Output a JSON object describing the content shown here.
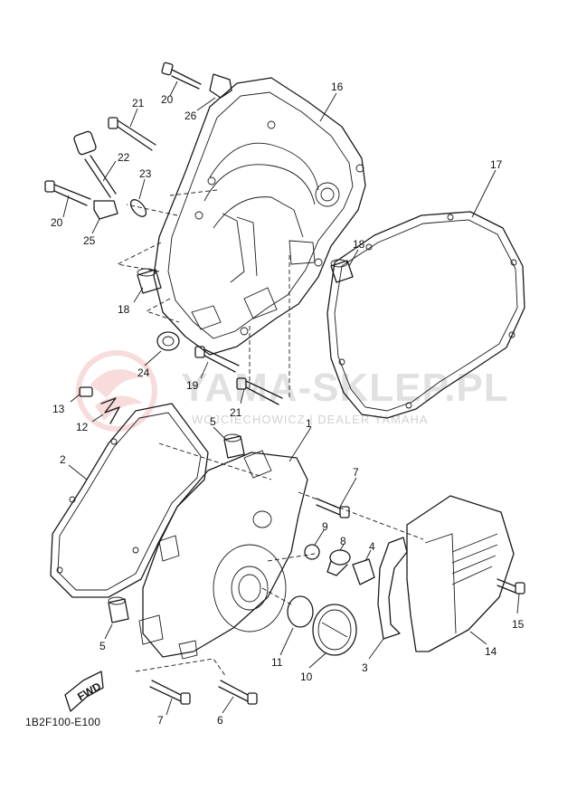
{
  "diagram_code": "1B2F100-E100",
  "watermark": {
    "title": "YAMA-SKLEP.PL",
    "subtitle": "WOJCIECHOWICZ | DEALER YAMAHA",
    "logo_color": "#f3b9b9"
  },
  "fwd_label": "FWD",
  "callouts": [
    {
      "id": "c20a",
      "text": "20"
    },
    {
      "id": "c26",
      "text": "26"
    },
    {
      "id": "c16",
      "text": "16"
    },
    {
      "id": "c21a",
      "text": "21"
    },
    {
      "id": "c22",
      "text": "22"
    },
    {
      "id": "c23",
      "text": "23"
    },
    {
      "id": "c20b",
      "text": "20"
    },
    {
      "id": "c25",
      "text": "25"
    },
    {
      "id": "c17",
      "text": "17"
    },
    {
      "id": "c18a",
      "text": "18"
    },
    {
      "id": "c18b",
      "text": "18"
    },
    {
      "id": "c24",
      "text": "24"
    },
    {
      "id": "c19",
      "text": "19"
    },
    {
      "id": "c21b",
      "text": "21"
    },
    {
      "id": "c13",
      "text": "13"
    },
    {
      "id": "c12",
      "text": "12"
    },
    {
      "id": "c5a",
      "text": "5"
    },
    {
      "id": "c1",
      "text": "1"
    },
    {
      "id": "c2",
      "text": "2"
    },
    {
      "id": "c7a",
      "text": "7"
    },
    {
      "id": "c9",
      "text": "9"
    },
    {
      "id": "c8",
      "text": "8"
    },
    {
      "id": "c4",
      "text": "4"
    },
    {
      "id": "c15",
      "text": "15"
    },
    {
      "id": "c14",
      "text": "14"
    },
    {
      "id": "c5b",
      "text": "5"
    },
    {
      "id": "c11",
      "text": "11"
    },
    {
      "id": "c10",
      "text": "10"
    },
    {
      "id": "c3",
      "text": "3"
    },
    {
      "id": "c7b",
      "text": "7"
    },
    {
      "id": "c6",
      "text": "6"
    }
  ]
}
